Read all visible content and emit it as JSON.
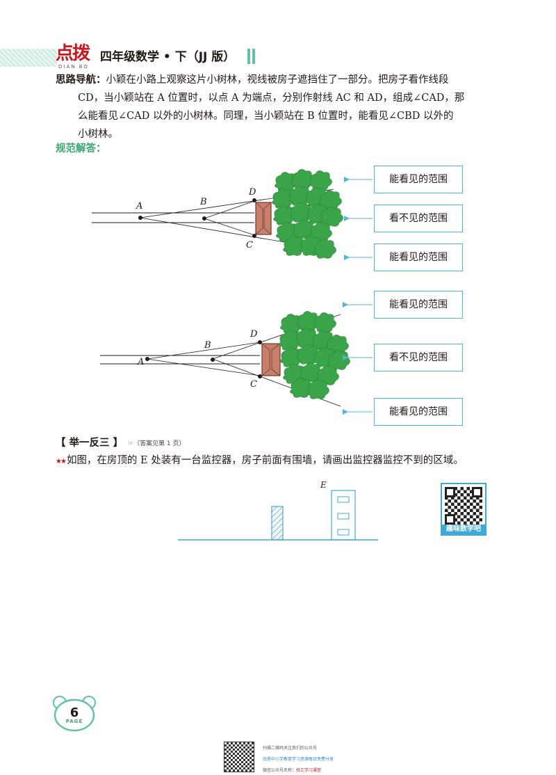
{
  "header": {
    "logo_text": "点拨",
    "logo_subtext": "DIAN BO",
    "book_title": "四年级数学 • 下（JJ 版）"
  },
  "guide": {
    "label": "思路导航：",
    "line1": "小颖在小路上观察这片小树林，视线被房子遮挡住了一部分。把房子看作线段",
    "line2": "CD，当小颖站在 A 位置时，以点 A 为端点，分别作射线 AC 和 AD，组成∠CAD，那",
    "line3": "么能看见∠CAD 以外的小树林。同理，当小颖站在 B 位置时，能看见∠CBD 以外的",
    "line4": "小树林。"
  },
  "answer_label": "规范解答：",
  "diagram1": {
    "points": {
      "A": "A",
      "B": "B",
      "C": "C",
      "D": "D"
    },
    "boxes": [
      "能看见的范围",
      "看不见的范围",
      "能看见的范围"
    ]
  },
  "diagram2": {
    "points": {
      "A": "A",
      "B": "B",
      "C": "C",
      "D": "D"
    },
    "boxes": [
      "能看见的范围",
      "看不见的范围",
      "能看见的范围"
    ]
  },
  "practice": {
    "title": "【 举一反三 】",
    "note": "☞（答案见第 1 页）",
    "stars": "★★",
    "text": "如图，在房顶的 E 处装有一台监控器，房子前面有围墙，请画出监控器监控不到的区域。",
    "point_label": "E"
  },
  "qr_label": "趣味数学吧",
  "page": {
    "number": "6",
    "word": "PAGE"
  },
  "footer": {
    "line1": "扫描二维码关注我们的公众号",
    "line2": "优质中小学教育学习资源每日免费分享",
    "line3_prefix": "微信公众号名称：",
    "line3_name": "校汇学习课堂"
  },
  "colors": {
    "accent_green": "#3ba66f",
    "box_border": "#4eb4dc",
    "house": "#c8806a",
    "tree": "#3aa548",
    "brand_red": "#c8161d"
  }
}
